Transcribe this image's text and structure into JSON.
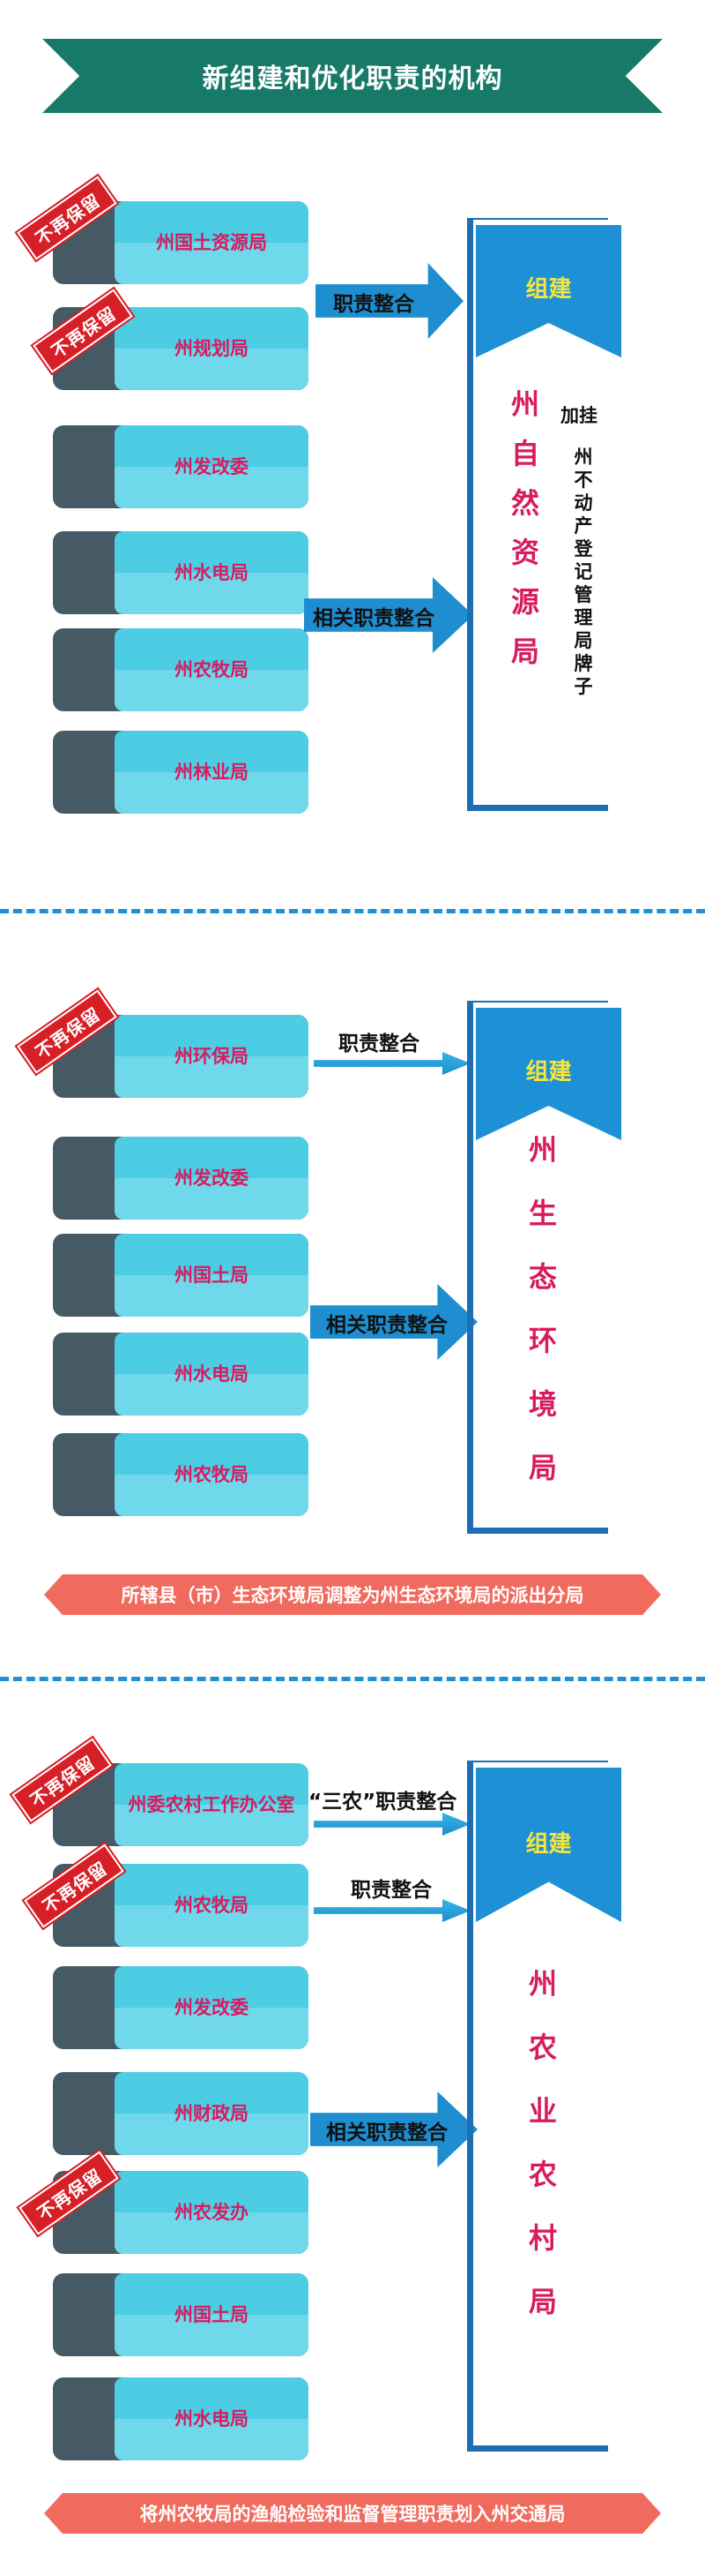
{
  "title": "新组建和优化职责的机构",
  "stamp_text": "不再保留",
  "colors": {
    "banner": "#177a68",
    "card_dark": "#455a64",
    "card_light": "#4dcde4",
    "label_pink": "#d81b60",
    "arrow_blue": "#1e8ed0",
    "ribbon_text": "#f5e53c",
    "stamp_red": "#d61f26",
    "note_bg": "#f06b5d"
  },
  "sections": [
    {
      "offices": [
        "州国土资源局",
        "州规划局",
        "州发改委",
        "州水电局",
        "州农牧局",
        "州林业局"
      ],
      "arrow1_label": "职责整合",
      "arrow2_label": "相关职责整合",
      "ribbon_label": "组建",
      "new_org": [
        "州",
        "自",
        "然",
        "资",
        "源",
        "局"
      ],
      "extra_label": "加挂",
      "extra_text": [
        "州",
        "不",
        "动",
        "产",
        "登",
        "记",
        "管",
        "理",
        "局",
        "牌",
        "子"
      ]
    },
    {
      "offices": [
        "州环保局",
        "州发改委",
        "州国土局",
        "州水电局",
        "州农牧局"
      ],
      "arrow1_label": "职责整合",
      "arrow2_label": "相关职责整合",
      "ribbon_label": "组建",
      "new_org": [
        "州",
        "生",
        "态",
        "环",
        "境",
        "局"
      ],
      "note": "所辖县（市）生态环境局调整为州生态环境局的派出分局"
    },
    {
      "offices": [
        "州委农村工作办公室",
        "州农牧局",
        "州发改委",
        "州财政局",
        "州农发办",
        "州国土局",
        "州水电局"
      ],
      "arrow1_label": "“三农”职责整合",
      "arrow2_label": "职责整合",
      "arrow3_label": "相关职责整合",
      "ribbon_label": "组建",
      "new_org": [
        "州",
        "农",
        "业",
        "农",
        "村",
        "局"
      ],
      "note": "将州农牧局的渔船检验和监督管理职责划入州交通局"
    }
  ]
}
